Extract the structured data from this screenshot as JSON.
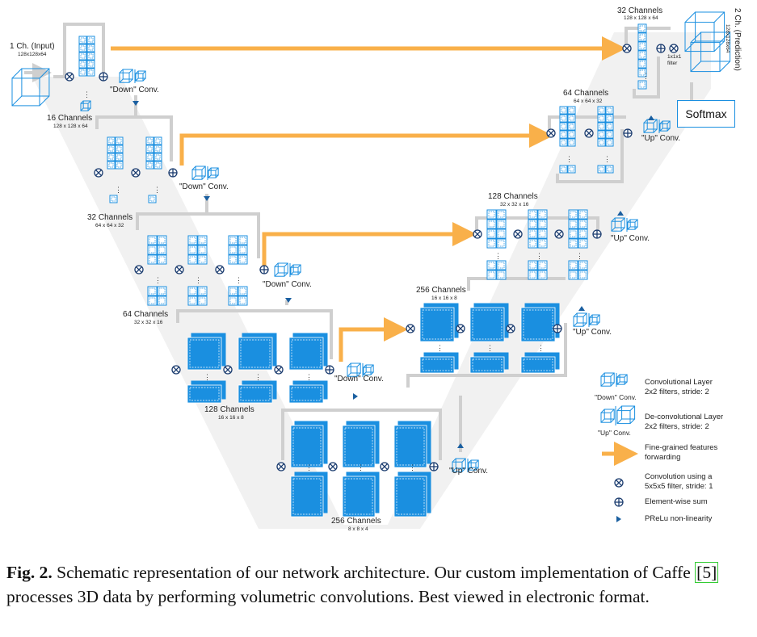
{
  "labels": {
    "input_channels": "1 Ch. (Input)",
    "input_dims": "128x128x64",
    "enc1_channels": "16 Channels",
    "enc1_dims": "128 x 128 x 64",
    "enc2_channels": "32 Channels",
    "enc2_dims": "64 x 64 x 32",
    "enc3_channels": "64 Channels",
    "enc3_dims": "32 x 32 x 16",
    "enc4_channels": "128 Channels",
    "enc4_dims": "16 x 16 x 8",
    "bottom_channels": "256 Channels",
    "bottom_dims": "8 x 8 x 4",
    "dec4_channels": "256 Channels",
    "dec4_dims": "16 x 16 x 8",
    "dec3_channels": "128 Channels",
    "dec3_dims": "32 x 32 x 16",
    "dec2_channels": "64 Channels",
    "dec2_dims": "64 x 64 x 32",
    "dec1_channels": "32 Channels",
    "dec1_dims": "128 x 128 x 64",
    "output_channels": "2 Ch. (Prediction)",
    "output_dims": "128x128x64",
    "final_filter_1": "1x1x1",
    "final_filter_2": "filter",
    "softmax": "Softmax",
    "down_conv": "\"Down\" Conv.",
    "up_conv": "\"Up\" Conv."
  },
  "legend": {
    "conv_layer_title": "Convolutional Layer",
    "conv_layer_sub": "2x2 filters, stride: 2",
    "conv_caption": "\"Down\" Conv.",
    "deconv_layer_title": "De-convolutional Layer",
    "deconv_layer_sub": "2x2 filters, stride: 2",
    "deconv_caption": "\"Up\" Conv.",
    "forward_title": "Fine-grained features",
    "forward_sub": "forwarding",
    "convolution_title": "Convolution using a",
    "convolution_sub": "5x5x5 filter, stride: 1",
    "sum": "Element-wise sum",
    "prelu": "PReLu non-linearity"
  },
  "caption": {
    "label": "Fig. 2.",
    "text_before_ref": " Schematic representation of our network architecture. Our custom implementation of Caffe ",
    "ref": "[5]",
    "text_after_ref": " processes 3D data by performing volumetric convolutions. Best viewed in electronic format."
  },
  "colors": {
    "accent_blue": "#1a8fe0",
    "forward_orange": "#f9b04a",
    "connector_gray": "#cfcfcf",
    "shading": "#f1f1f1"
  }
}
